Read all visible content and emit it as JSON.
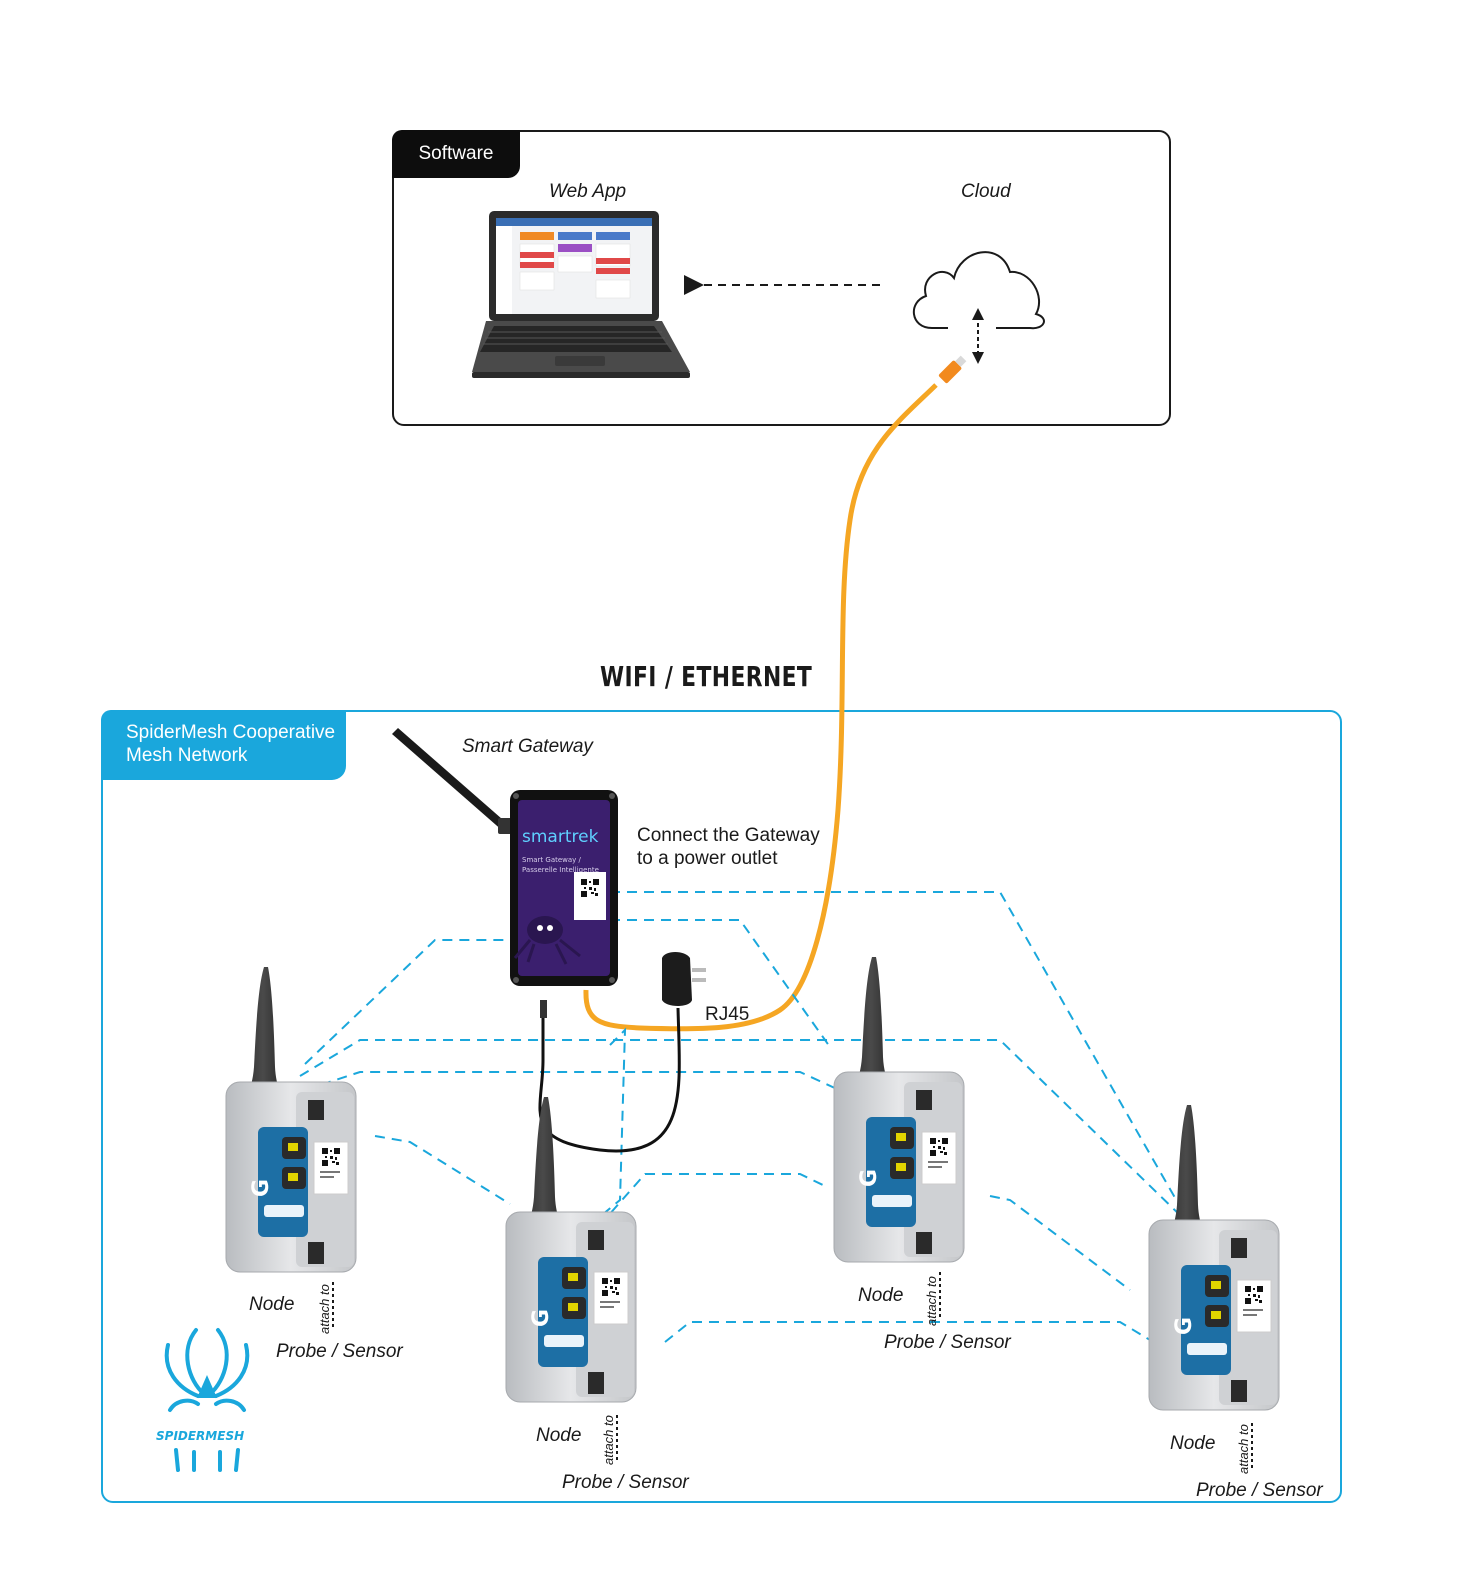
{
  "software": {
    "tab_label": "Software",
    "web_app_label": "Web App",
    "cloud_label": "Cloud"
  },
  "network": {
    "title": "WIFI / ETHERNET",
    "mesh_label_line1": "SpiderMesh Cooperative",
    "mesh_label_line2": "Mesh Network",
    "gateway_label": "Smart Gateway",
    "gateway_brand": "smartrek",
    "gateway_caption_line1": "Smart Gateway /",
    "gateway_caption_line2": "Passerelle Intelligente",
    "power_line1": "Connect the Gateway",
    "power_line2": "to a power outlet",
    "rj45_label": "RJ45",
    "logo_text": "SPIDERMESH"
  },
  "nodes": [
    {
      "label": "Node",
      "attach": "attach to",
      "probe": "Probe / Sensor"
    },
    {
      "label": "Node",
      "attach": "attach to",
      "probe": "Probe / Sensor"
    },
    {
      "label": "Node",
      "attach": "attach to",
      "probe": "Probe / Sensor"
    },
    {
      "label": "Node",
      "attach": "attach to",
      "probe": "Probe / Sensor"
    }
  ],
  "colors": {
    "mesh_blue": "#1aa7dc",
    "ethernet_cable": "#f5a623",
    "gateway_purple": "#3b1f6e",
    "node_blue": "#1d6fa5"
  }
}
